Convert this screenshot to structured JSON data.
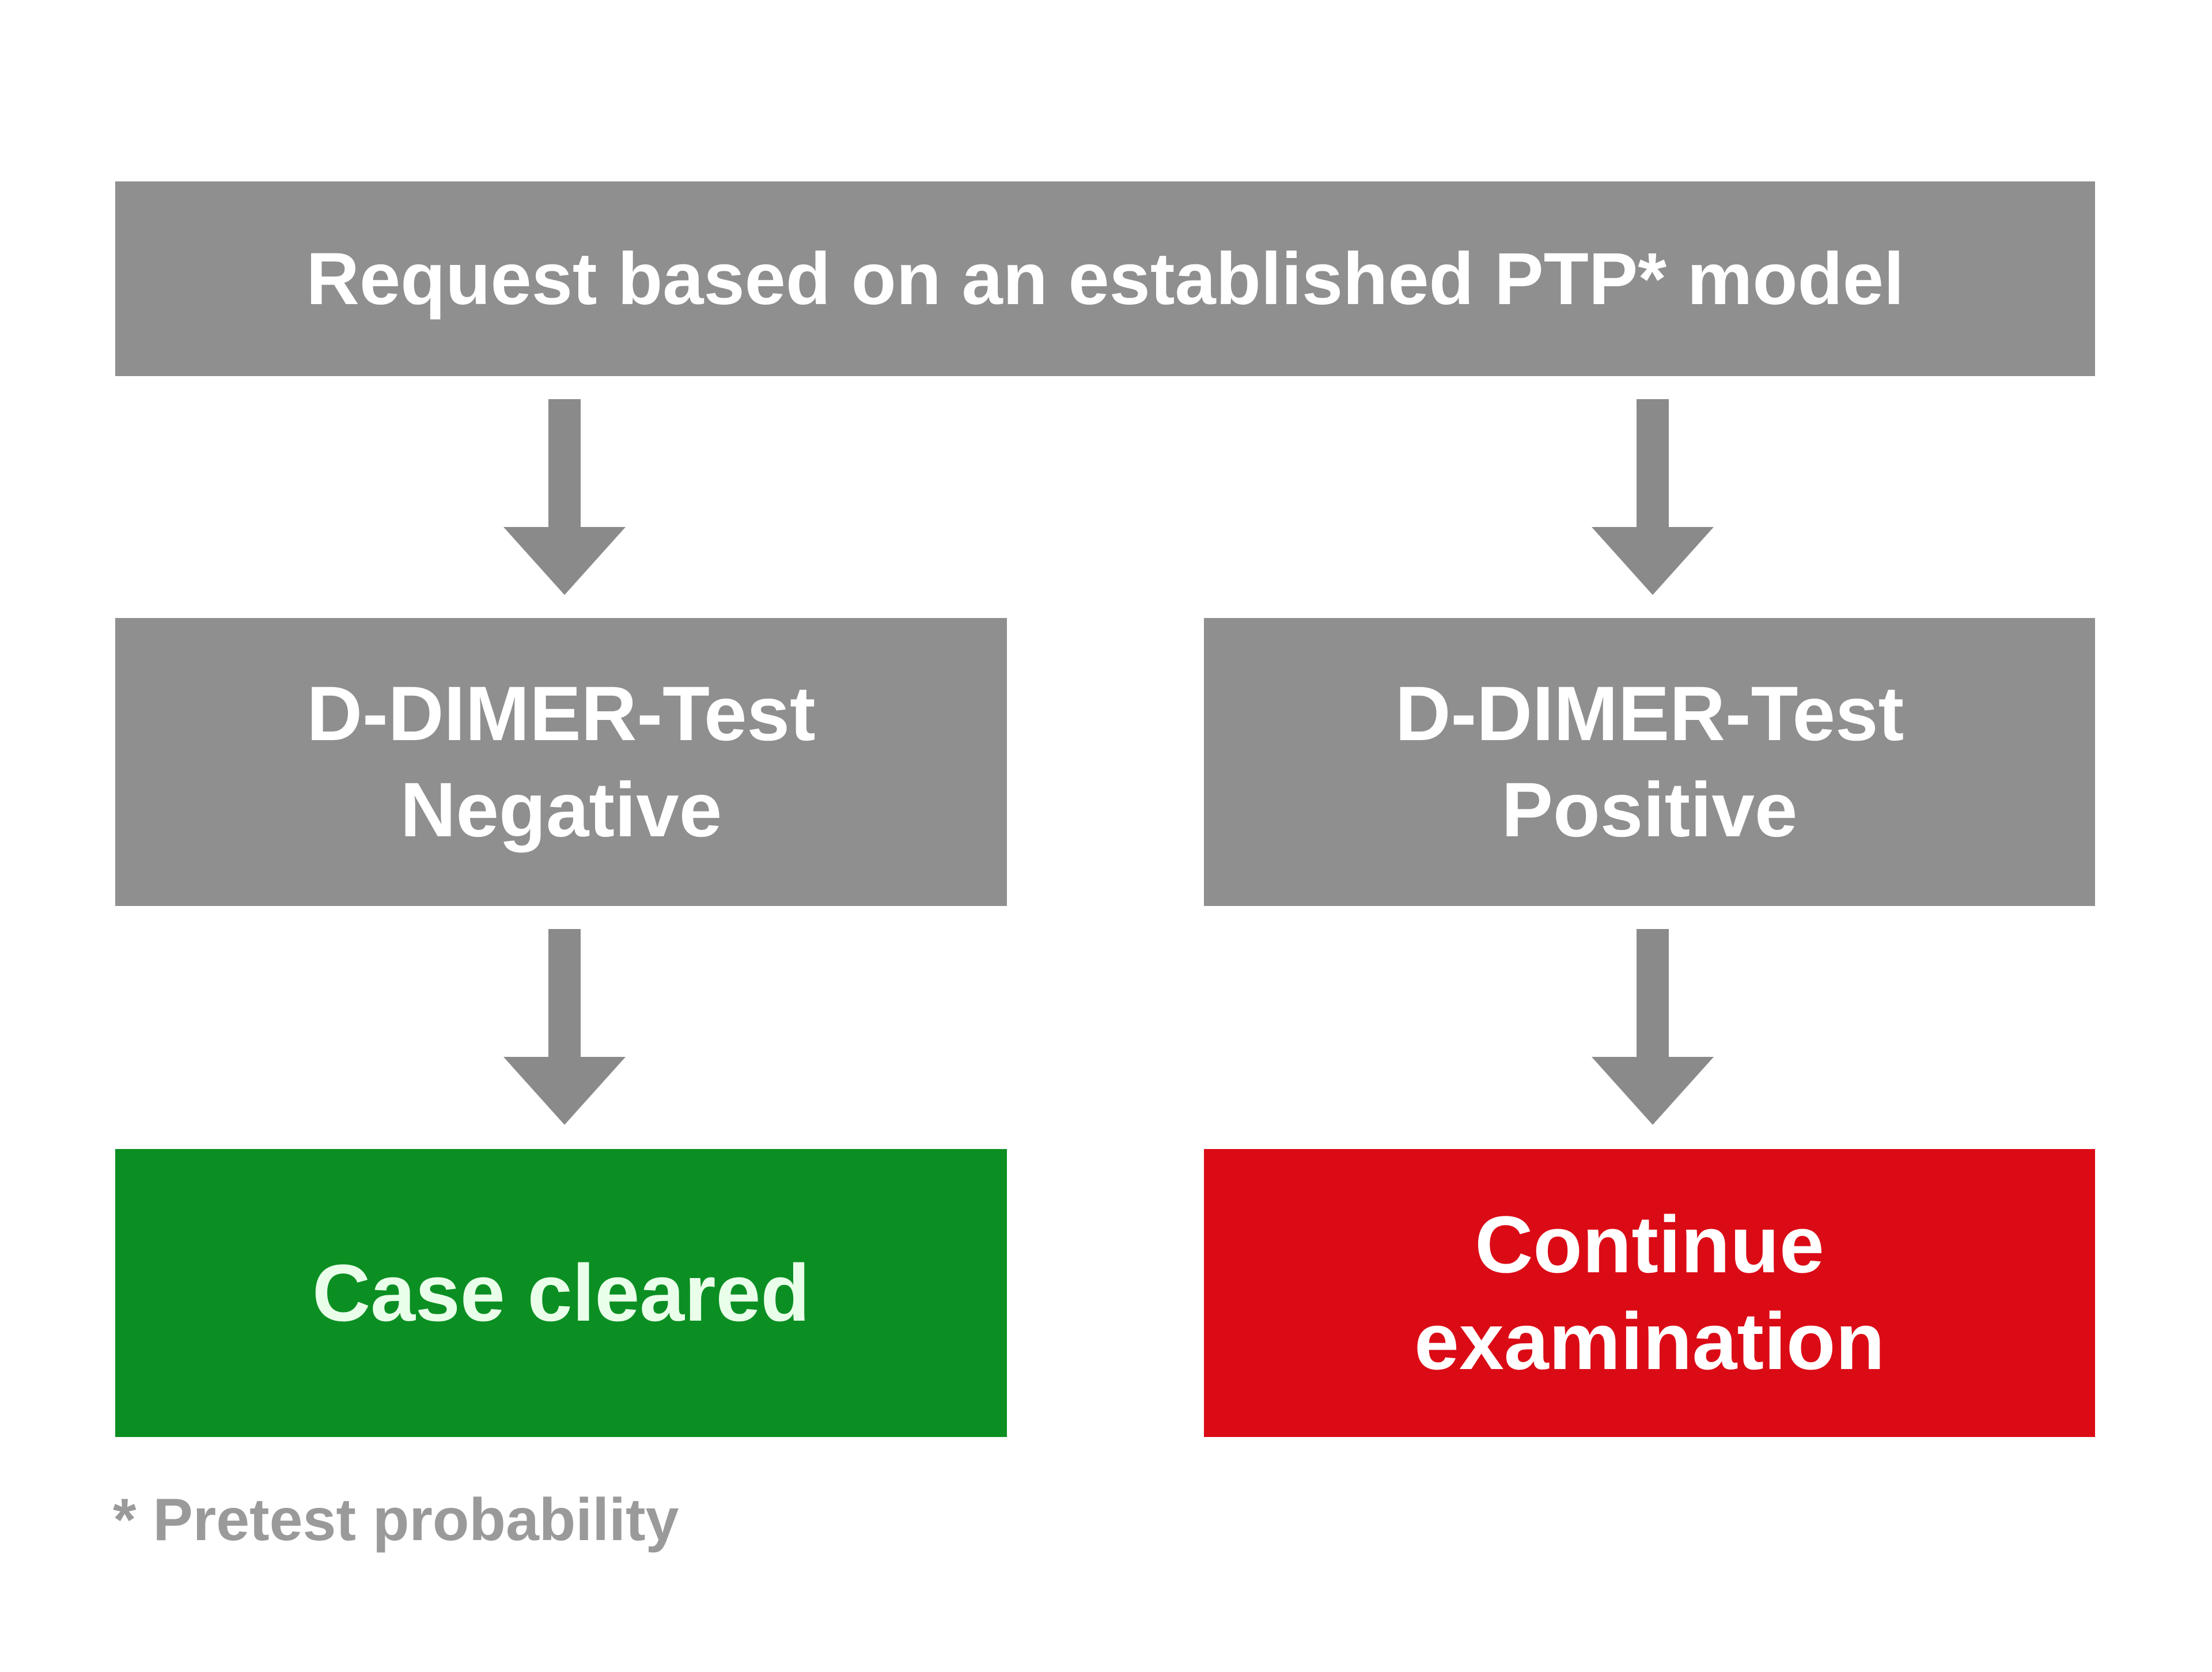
{
  "diagram": {
    "top": {
      "text": "Request based on an established PTP* model"
    },
    "negative": {
      "line1": "D-DIMER-Test",
      "line2": "Negative"
    },
    "positive": {
      "line1": "D-DIMER-Test",
      "line2": "Positive"
    },
    "cleared": {
      "text": "Case cleared"
    },
    "continue": {
      "line1": "Continue",
      "line2": "examination"
    },
    "footnote": "* Pretest probability"
  },
  "colors": {
    "box_grey": "#8f8f8f",
    "arrow_grey": "#8a8a8a",
    "cleared_green": "#0b8f22",
    "continue_red": "#db0b16",
    "footnote_grey": "#9a9a9a"
  }
}
